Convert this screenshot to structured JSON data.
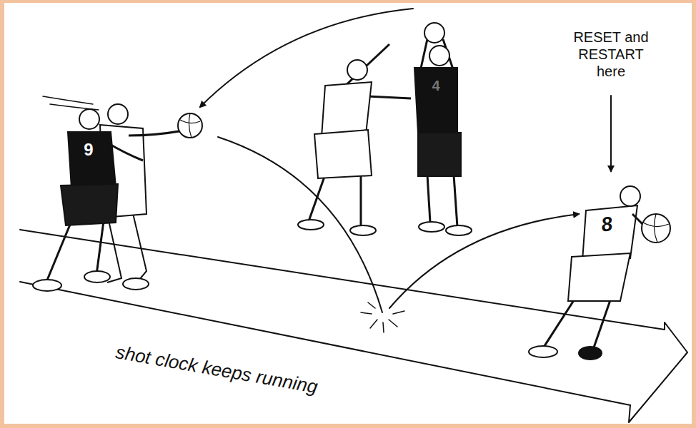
{
  "diagram": {
    "labels": [
      "RESET and RESTART here",
      "9",
      "4",
      "8",
      "shot clock keeps running"
    ]
  }
}
